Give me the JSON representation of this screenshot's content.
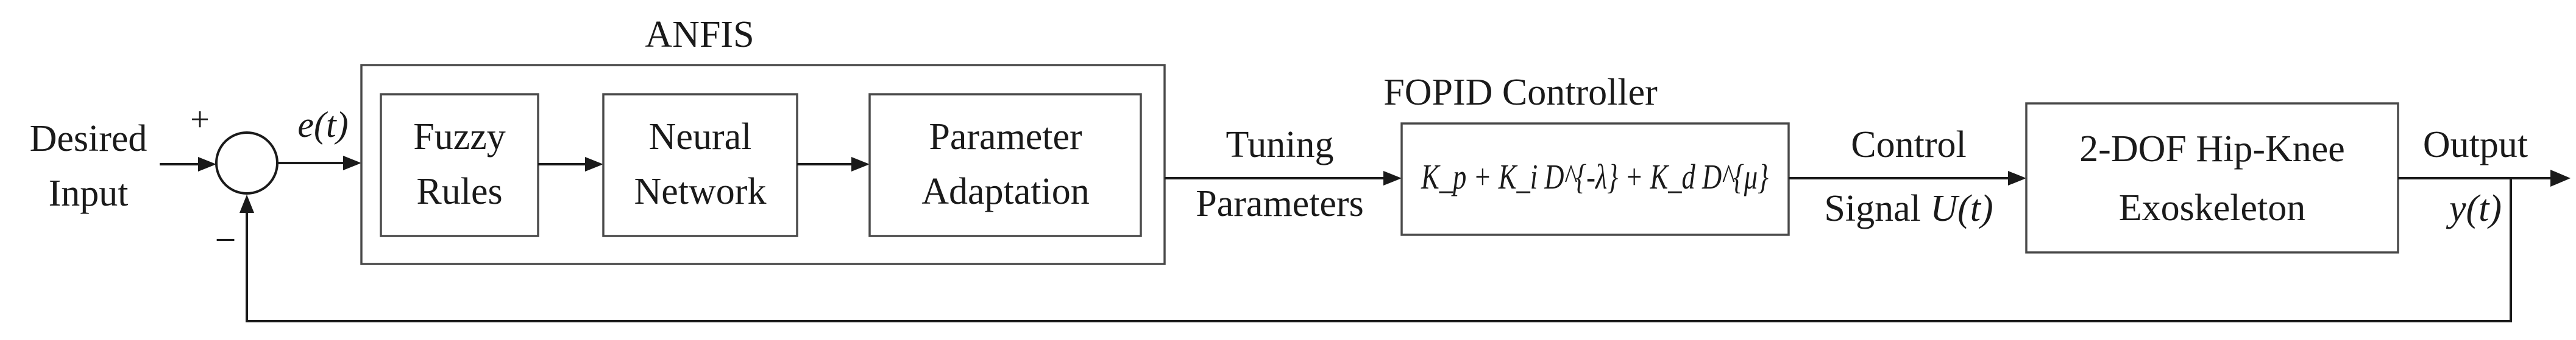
{
  "diagram": {
    "input_label": [
      "Desired",
      "Input"
    ],
    "plus_sign": "+",
    "minus_sign": "−",
    "error_label": "e(t)",
    "anfis": {
      "title": "ANFIS",
      "blocks": [
        {
          "lines": [
            "Fuzzy",
            "Rules"
          ]
        },
        {
          "lines": [
            "Neural",
            "Network"
          ]
        },
        {
          "lines": [
            "Parameter",
            "Adaptation"
          ]
        }
      ]
    },
    "tuning_label": [
      "Tuning",
      "Parameters"
    ],
    "controller": {
      "title": "FOPID Controller",
      "formula": "K_p + K_i D^{-λ} + K_d D^{μ}"
    },
    "control_label": {
      "line1": "Control",
      "line2_text": "Signal ",
      "line2_italic": "U(t)"
    },
    "plant": {
      "lines": [
        "2-DOF Hip-Knee",
        "Exoskeleton"
      ]
    },
    "output_label": {
      "line1": "Output",
      "line2": "y(t)"
    }
  }
}
